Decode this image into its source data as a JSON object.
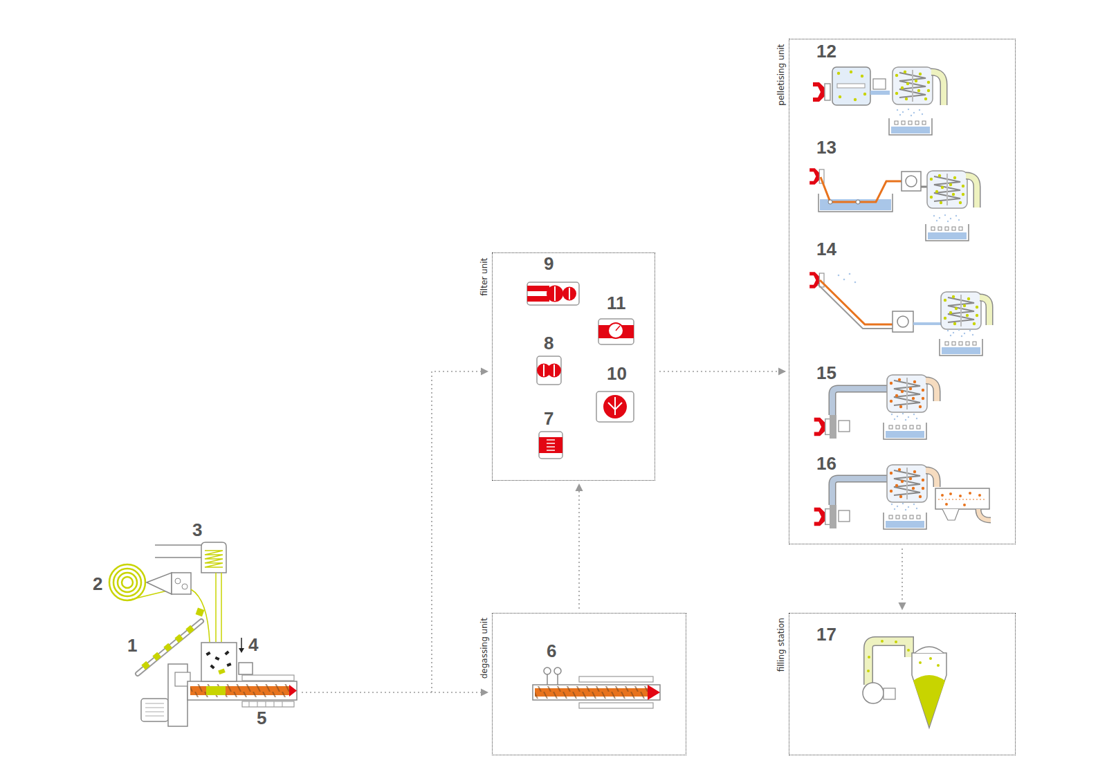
{
  "diagram": {
    "nodes": [
      {
        "text": [
          "filter unit"
        ]
      },
      {
        "text": [
          "degassing unit"
        ]
      },
      {
        "text": [
          "pelletising unit"
        ]
      },
      {
        "text": [
          "filling station"
        ]
      }
    ],
    "edges": [
      {
        "from": 1,
        "to": 0,
        "arrow": "to"
      },
      {
        "from": 0,
        "to": 2,
        "arrow": "to"
      },
      {
        "from": 2,
        "to": 3,
        "arrow": "to"
      }
    ],
    "labels": [
      "1",
      "2",
      "3",
      "4",
      "5",
      "6",
      "7",
      "8",
      "9",
      "10",
      "11",
      "12",
      "13",
      "14",
      "15",
      "16",
      "17"
    ]
  }
}
